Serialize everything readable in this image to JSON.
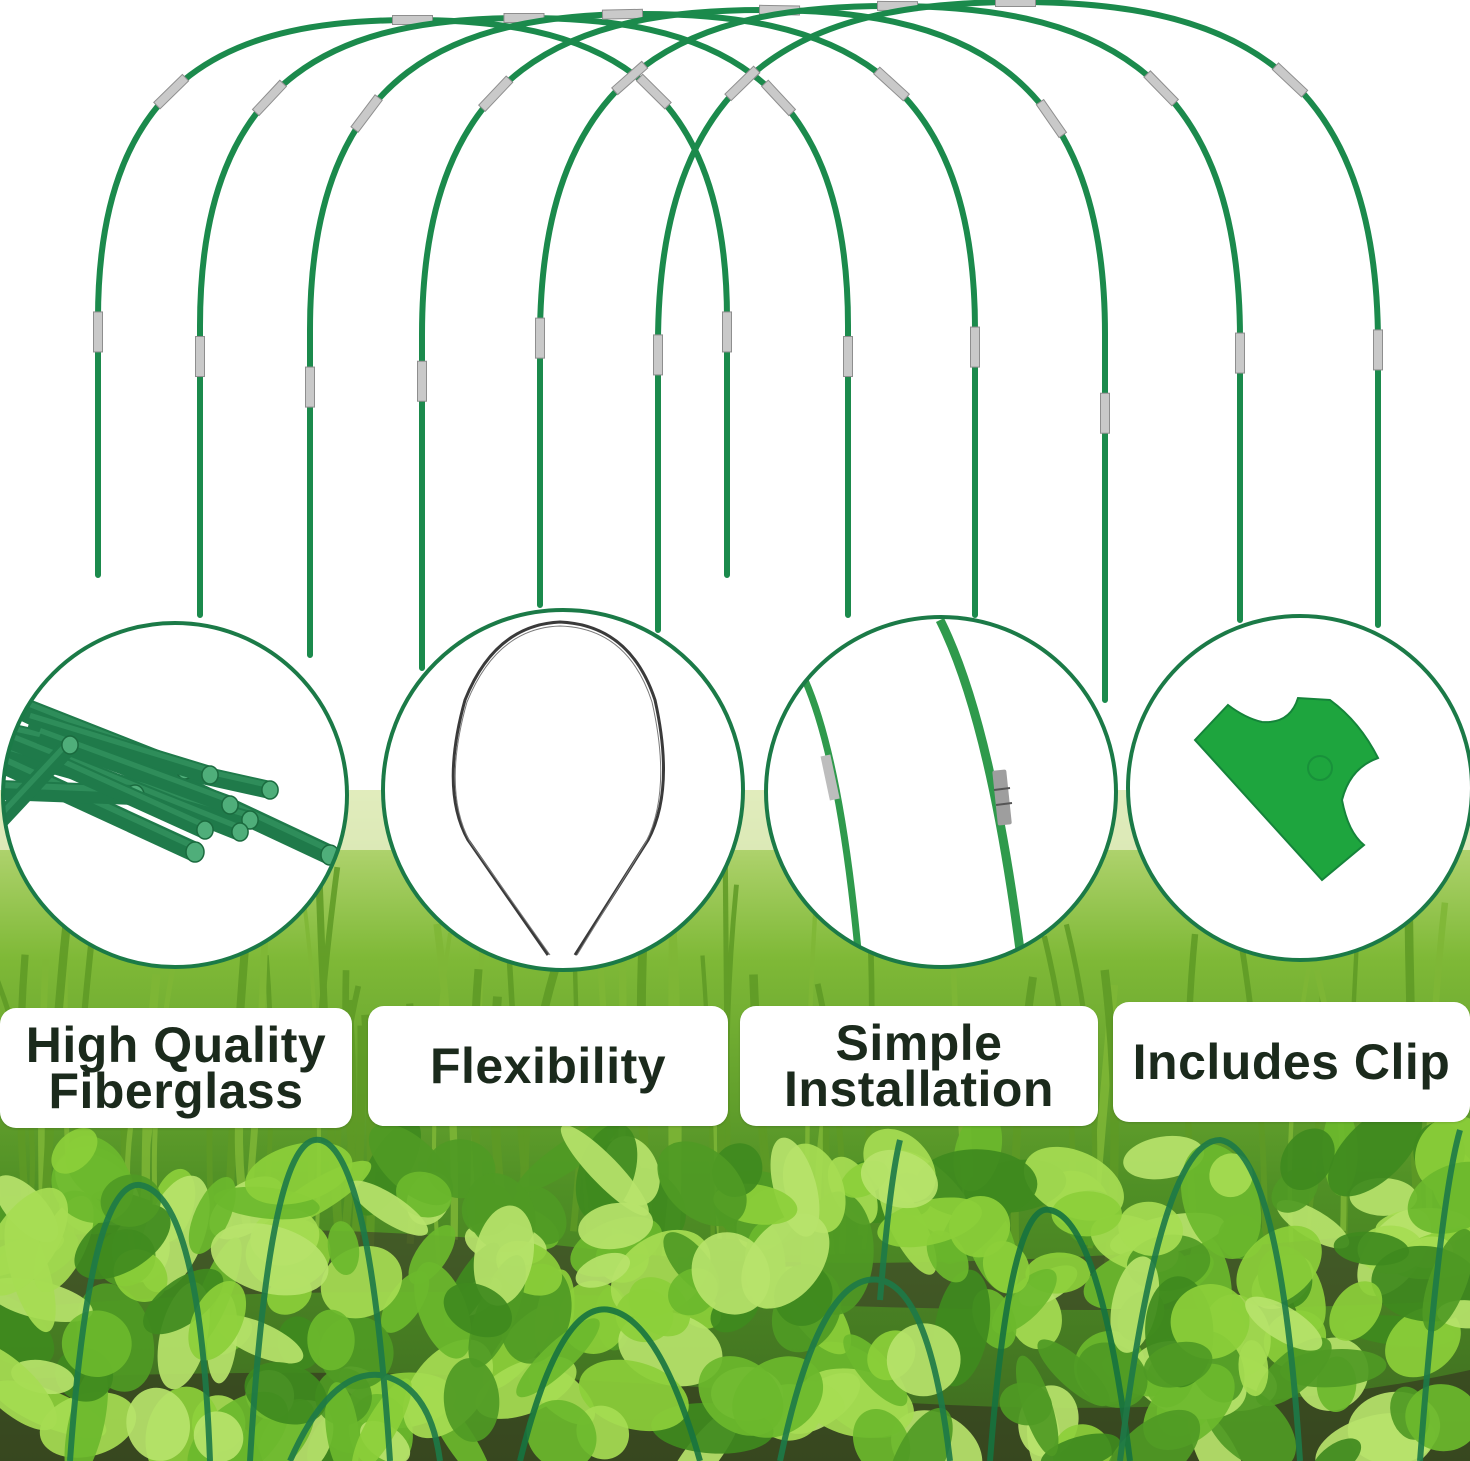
{
  "colors": {
    "rod_green": "#1b8a4c",
    "rod_dark": "#15703c",
    "joint_silver": "#c9c9c9",
    "circle_border": "#1b7a47",
    "clip_green": "#1ea53e",
    "foliage_light": "#9fd247",
    "foliage_mid": "#5eaa2a",
    "soil": "#3b3428"
  },
  "features": [
    {
      "id": "fiberglass",
      "label": "High  Quality\nFiberglass",
      "icon": "fiberglass-rods-icon"
    },
    {
      "id": "flexibility",
      "label": "Flexibility",
      "icon": "bent-rod-loop-icon"
    },
    {
      "id": "installation",
      "label": "Simple\nInstallation",
      "icon": "rod-joint-connector-icon"
    },
    {
      "id": "clip",
      "label": "Includes  Clip",
      "icon": "green-clip-icon"
    }
  ]
}
